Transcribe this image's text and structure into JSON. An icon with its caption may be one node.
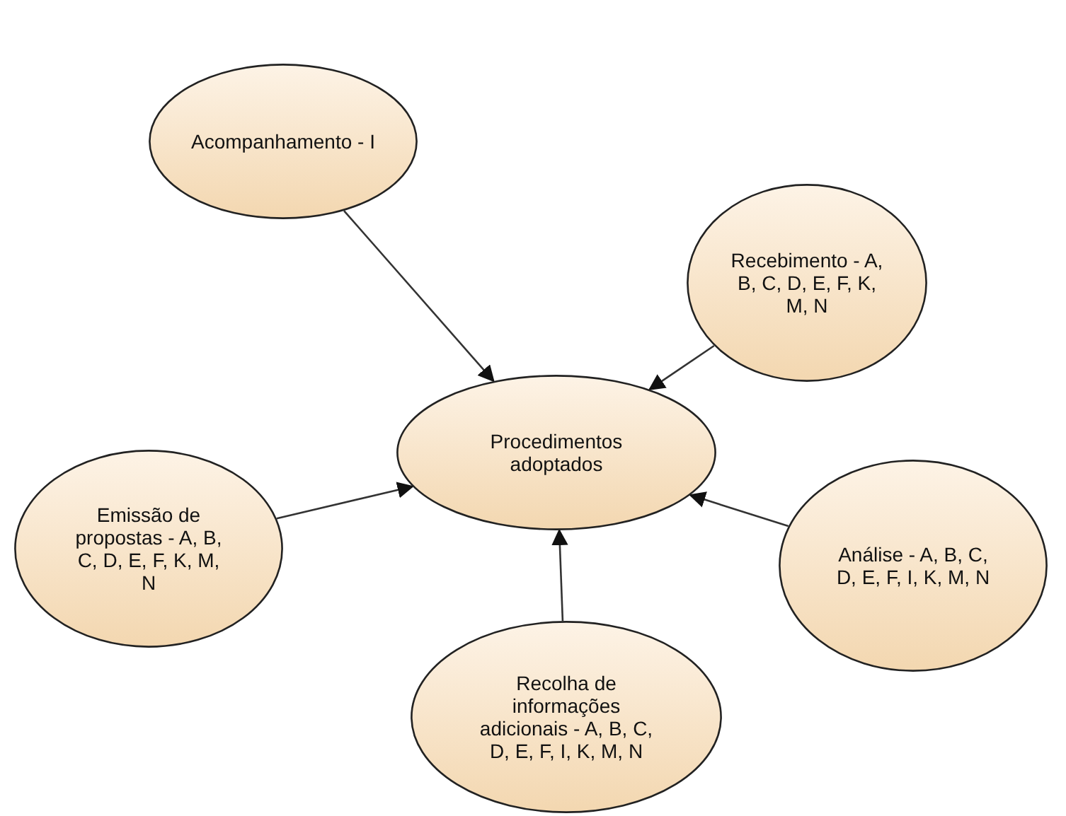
{
  "diagram": {
    "nodes": [
      {
        "text": [
          "Acompanhamento - I"
        ]
      },
      {
        "text": [
          "Recebimento - A, B, C, D, E, F, K, M, N"
        ]
      },
      {
        "text": [
          "Procedimentos adoptados"
        ]
      },
      {
        "text": [
          "Emissão de propostas - A, B, C, D, E, F, K, M, N"
        ]
      },
      {
        "text": [
          "Análise - A, B, C, D, E, F, I, K, M, N"
        ]
      },
      {
        "text": [
          "Recolha de informações adicionais - A, B, C, D, E, F, I, K, M, N"
        ]
      }
    ],
    "edges": [
      {
        "from": 0,
        "to": 2,
        "arrow": "to"
      },
      {
        "from": 1,
        "to": 2,
        "arrow": "to"
      },
      {
        "from": 3,
        "to": 2,
        "arrow": "to"
      },
      {
        "from": 4,
        "to": 2,
        "arrow": "to"
      },
      {
        "from": 5,
        "to": 2,
        "arrow": "to"
      }
    ]
  }
}
